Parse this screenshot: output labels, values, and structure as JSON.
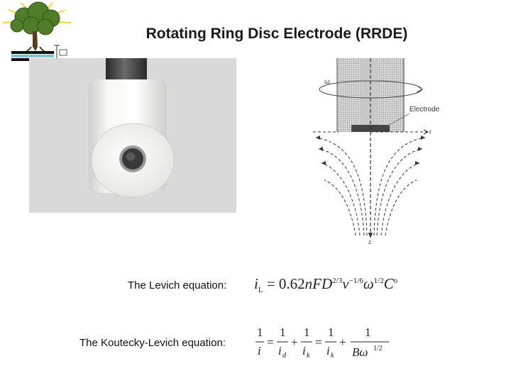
{
  "slide": {
    "title": "Rotating Ring Disc Electrode (RRDE)"
  },
  "diagram": {
    "electrode_label": "Electrode",
    "omega_symbol": "ω",
    "r_axis": "r",
    "z_axis": "z"
  },
  "equations": {
    "levich_label": "The Levich equation:",
    "levich_formula": "i_L = 0.62nFD^{2/3}ν^{-1/6}ω^{1/2}C°",
    "koutecky_levich_label": "The Koutecky-Levich equation:",
    "koutecky_levich_formula": "1/i = 1/i_d + 1/i_k = 1/i_k + 1/(Bω^{1/2})"
  },
  "colors": {
    "title": "#1a1a1a",
    "photo_background": "#d9d9d9",
    "electrode_body": "#f4f4f2",
    "shaft": "#3c3c3c",
    "tree_foliage": "#4f7d28",
    "sun_rays": "#f2d13a"
  }
}
